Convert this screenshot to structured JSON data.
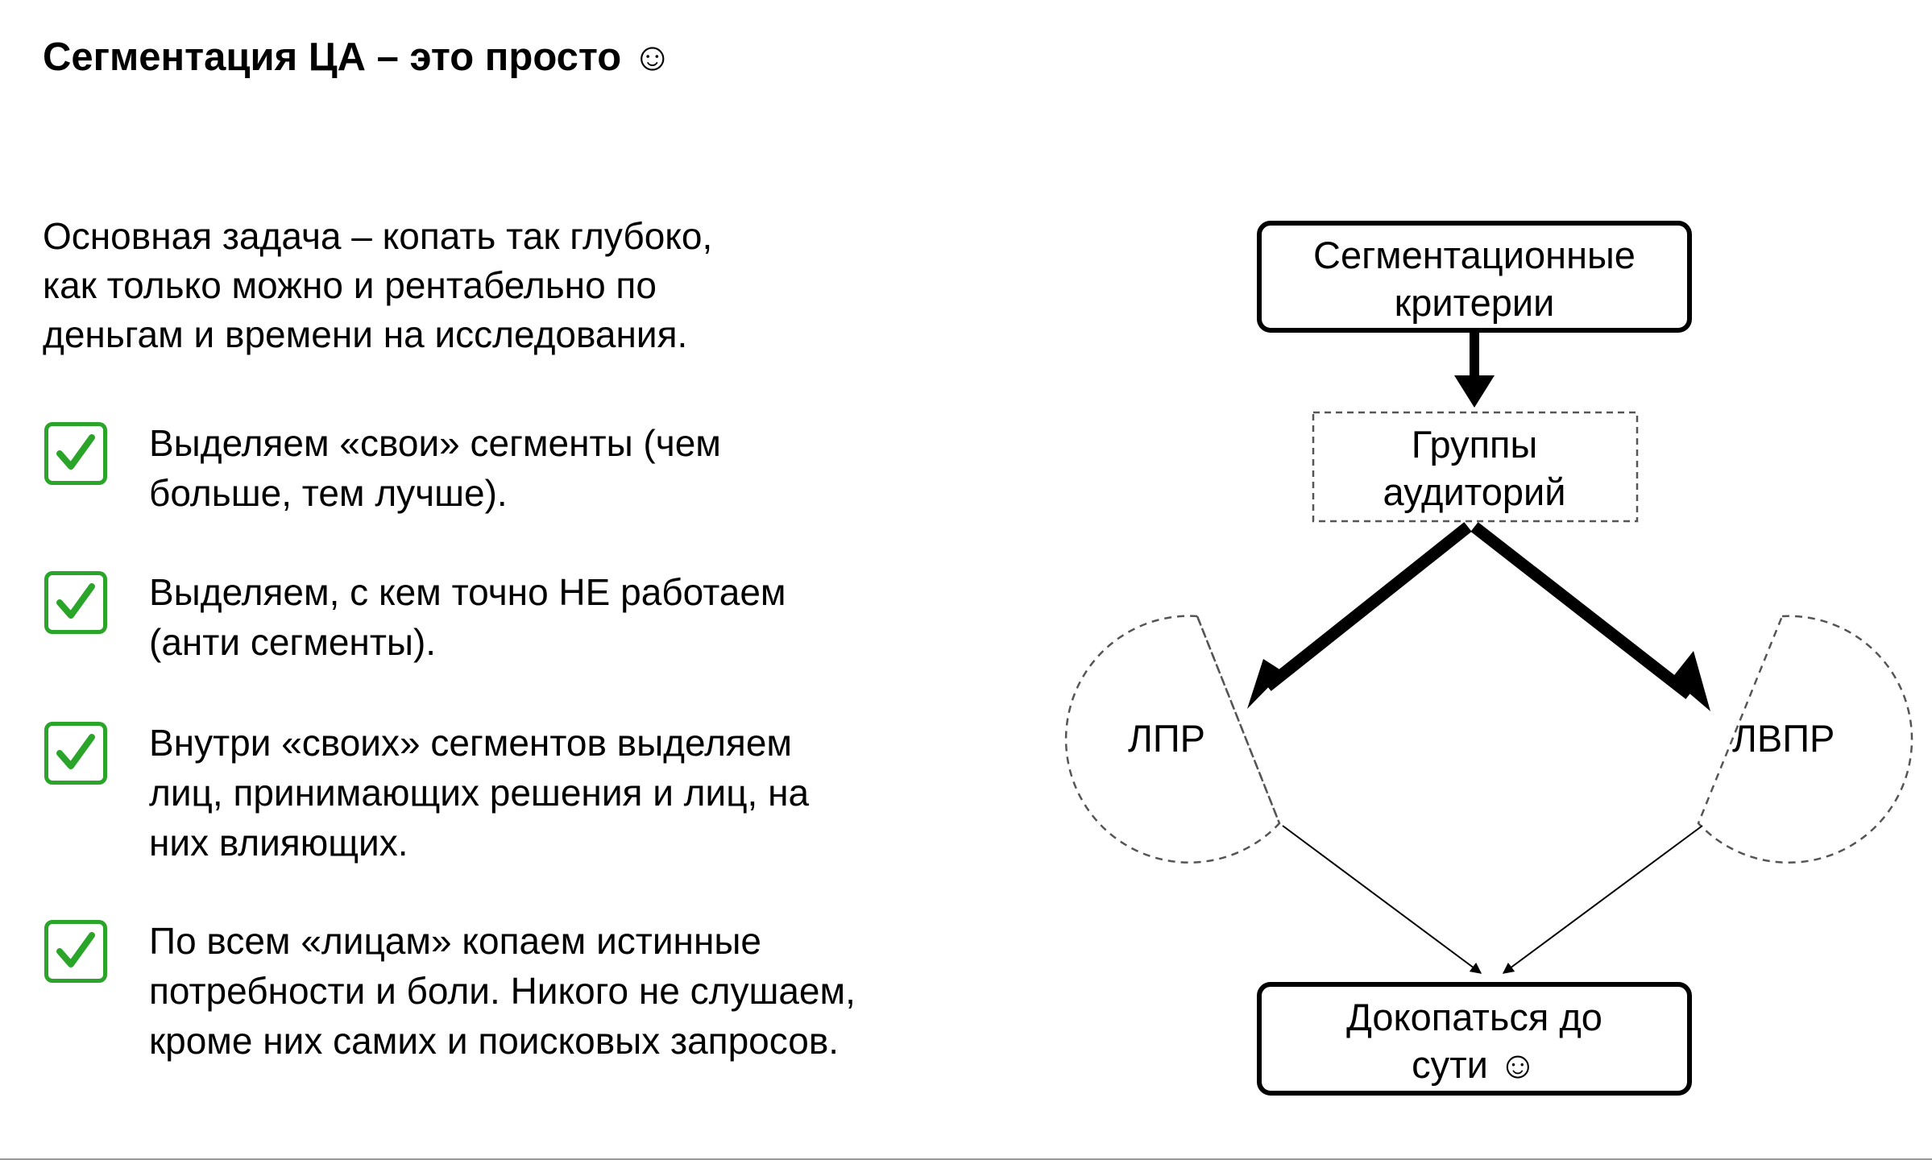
{
  "title": "Сегментация ЦА – это просто ☺",
  "intro": [
    "Основная задача – копать так глубоко,",
    "как только можно и рентабельно по",
    "деньгам и времени на исследования."
  ],
  "checklist": [
    {
      "lines": [
        "Выделяем «свои» сегменты (чем",
        "больше, тем лучше)."
      ],
      "checked": true
    },
    {
      "lines": [
        "Выделяем, с кем точно НЕ работаем",
        "(анти сегменты)."
      ],
      "checked": true
    },
    {
      "lines": [
        "Внутри «своих» сегментов выделяем",
        "лиц, принимающих решения и лиц, на",
        "них влияющих."
      ],
      "checked": true
    },
    {
      "lines": [
        "По всем «лицам» копаем истинные",
        "потребности и боли. Никого не слушаем,",
        "кроме них самих и поисковых запросов."
      ],
      "checked": true
    }
  ],
  "diagram": {
    "criteria": [
      "Сегментационные",
      "критерии"
    ],
    "groups": [
      "Группы",
      "аудиторий"
    ],
    "lpr": "ЛПР",
    "lvpr": "ЛВПР",
    "goal": [
      "Докопаться до",
      "сути ☺"
    ]
  },
  "colors": {
    "check_green": "#2aa52a",
    "border": "#000000",
    "dashed": "#555555"
  }
}
